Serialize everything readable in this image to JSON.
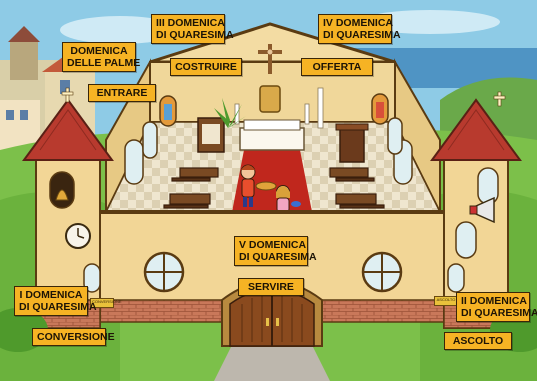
{
  "labels": {
    "domenica_palme": [
      "DOMENICA",
      "DELLE PALME"
    ],
    "entrare": "ENTRARE",
    "terza_domenica": [
      "III DOMENICA",
      "DI QUARESIMA"
    ],
    "costruire": "COSTRUIRE",
    "quarta_domenica": [
      "IV DOMENICA",
      "DI QUARESIMA"
    ],
    "offerta": "OFFERTA",
    "quinta_domenica": [
      "V DOMENICA",
      "DI QUARESIMA"
    ],
    "servire": "SERVIRE",
    "prima_domenica": [
      "I DOMENICA",
      "DI QUARESIMA"
    ],
    "conversione": "CONVERSIONE",
    "seconda_domenica": [
      "II DOMENICA",
      "DI QUARESIMA"
    ],
    "ascolto": "ASCOLTO"
  },
  "plates": {
    "left": "CONVERSIONE",
    "right": "ASCOLTO"
  },
  "colors": {
    "label_bg": "#f6b324",
    "roof": "#b83a2e",
    "wall": "#f0d79a",
    "grass": "#7cc04a",
    "carpet": "#c0271d"
  }
}
